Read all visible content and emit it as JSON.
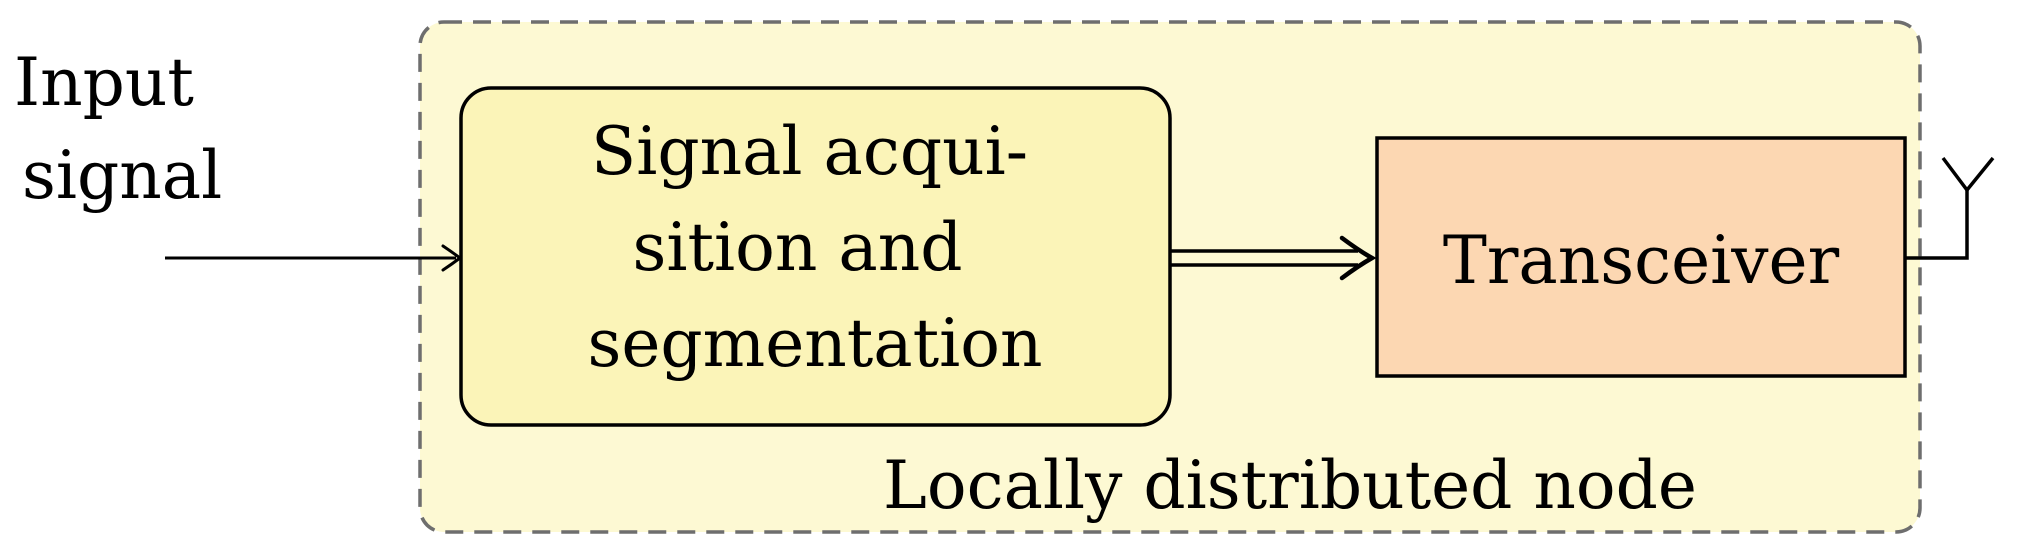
{
  "input": {
    "line1": "Input",
    "line2": "signal"
  },
  "acquisition_block": {
    "line1": "Signal acqui-",
    "line2": "sition and",
    "line3": "segmentation"
  },
  "transceiver_block": {
    "label": "Transceiver"
  },
  "node_group": {
    "label": "Locally distributed node"
  },
  "colors": {
    "node_fill": "#fdf9d3",
    "node_border": "#6e6e6e",
    "acquisition_fill": "#fbf4b8",
    "transceiver_fill": "#fcd7b2",
    "stroke": "#000000"
  }
}
